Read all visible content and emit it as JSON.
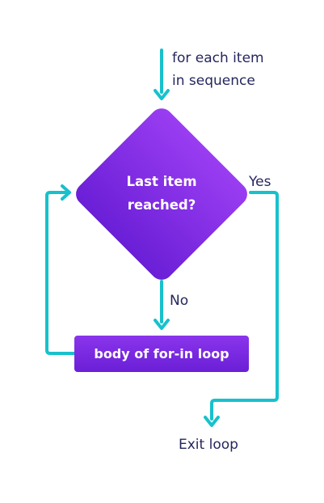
{
  "diagram": {
    "entry_label_lines": [
      "for each item",
      "in sequence"
    ],
    "decision_lines": [
      "Last item",
      "reached?"
    ],
    "yes_label": "Yes",
    "no_label": "No",
    "process_label": "body of for-in loop",
    "exit_label": "Exit loop"
  },
  "colors": {
    "arrow": "#17c1cc",
    "shape_top": "#9a3df2",
    "shape_bottom": "#6a1fd6",
    "text_dark": "#25265e"
  }
}
